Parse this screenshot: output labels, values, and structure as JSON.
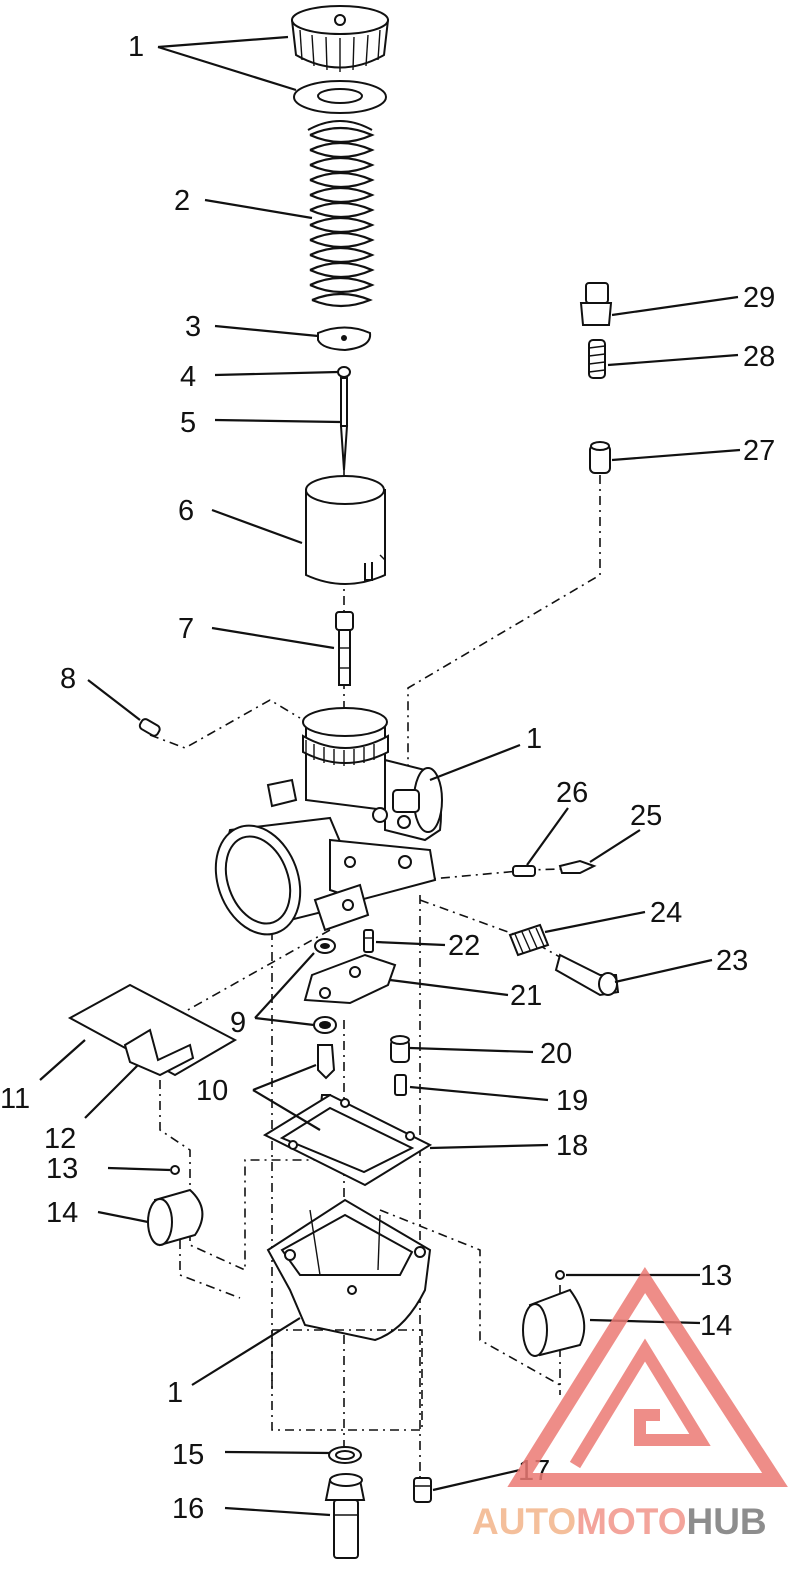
{
  "callouts": {
    "c1a": "1",
    "c2": "2",
    "c3": "3",
    "c4": "4",
    "c5": "5",
    "c6": "6",
    "c7": "7",
    "c8": "8",
    "c1b": "1",
    "c9": "9",
    "c10": "10",
    "c11": "11",
    "c12": "12",
    "c13a": "13",
    "c14a": "14",
    "c1c": "1",
    "c15": "15",
    "c16": "16",
    "c17": "17",
    "c13b": "13",
    "c14b": "14",
    "c18": "18",
    "c19": "19",
    "c20": "20",
    "c21": "21",
    "c22": "22",
    "c23": "23",
    "c24": "24",
    "c25": "25",
    "c26": "26",
    "c27": "27",
    "c28": "28",
    "c29": "29"
  },
  "watermark": {
    "part1": "AUTO",
    "part2": "MOTO",
    "part3": "HUB",
    "colors": {
      "auto": "#f3b58a",
      "moto": "#f1958a",
      "hub": "#7a7a7a",
      "logo": "#ec7a74"
    }
  }
}
